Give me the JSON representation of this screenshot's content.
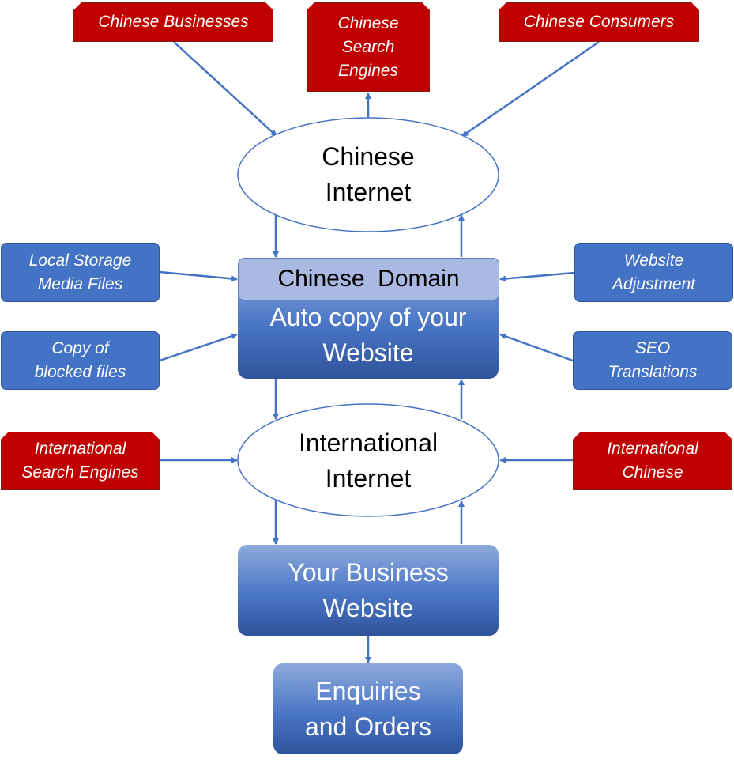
{
  "colors": {
    "red_box": "#c00000",
    "blue_box": "#4472c4",
    "arrow": "#4472c4",
    "ellipse_stroke": "#4472c4",
    "domain_tab": "#aab9e2"
  },
  "top_inputs": {
    "chinese_businesses": "Chinese Businesses",
    "chinese_search_engines": "Chinese\nSearch\nEngines",
    "chinese_consumers": "Chinese Consumers"
  },
  "chinese_internet": "Chinese\nInternet",
  "chinese_domain": {
    "tab_label": "Chinese  Domain",
    "body_label": "Auto copy of your\nWebsite"
  },
  "left_inputs": {
    "local_storage": "Local Storage\nMedia Files",
    "blocked_files": "Copy of\nblocked files",
    "intl_search_engines": "International\nSearch Engines"
  },
  "right_inputs": {
    "website_adjustment": "Website\nAdjustment",
    "seo_translations": "SEO\nTranslations",
    "intl_chinese": "International\nChinese"
  },
  "international_internet": "International\nInternet",
  "your_business_website": "Your Business\nWebsite",
  "enquiries_orders": "Enquiries\nand Orders"
}
